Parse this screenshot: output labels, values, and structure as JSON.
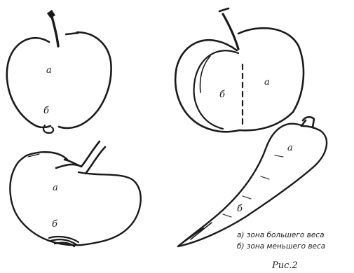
{
  "figures": {
    "apple_1": {
      "label_top": "а",
      "label_bottom": "б"
    },
    "apple_2": {
      "label_left": "б",
      "label_right": "а"
    },
    "potato": {
      "label_top": "а",
      "label_bottom": "б"
    },
    "carrot": {
      "label_top": "а",
      "label_bottom": "б"
    }
  },
  "legend": {
    "line_a": "а) зона большего веса",
    "line_b": "б) зона меньшего веса"
  },
  "caption": "Рис.2",
  "colors": {
    "ink": "#1a1a1a",
    "background": "#ffffff"
  }
}
